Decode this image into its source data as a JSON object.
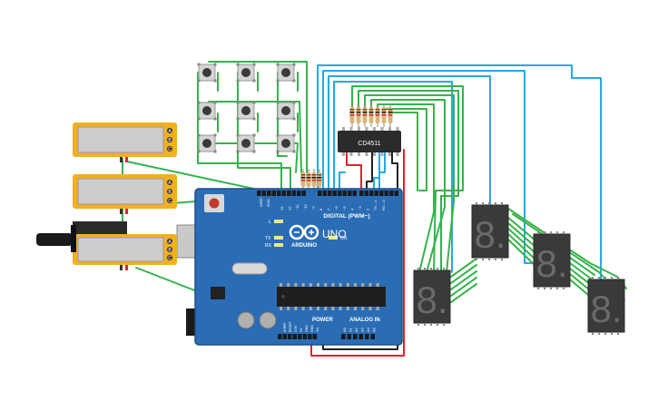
{
  "arduino": {
    "logo_text": "ARDUINO",
    "model": "UNO",
    "digital_label": "DIGITAL (PWM~)",
    "power_label": "POWER",
    "analog_label": "ANALOG IN",
    "led_l": "L",
    "led_tx": "TX",
    "led_rx": "RX",
    "led_on": "ON",
    "aref": "AREF",
    "gnd": "GND",
    "top_pins": [
      "13",
      "12",
      "~11",
      "~10",
      "~9",
      "8",
      "7",
      "~6",
      "~5",
      "4",
      "~3",
      "2",
      "TX→1",
      "RX←0"
    ],
    "power_pins": [
      "IOREF",
      "RESET",
      "3.3V",
      "5V",
      "GND",
      "GND",
      "Vin"
    ],
    "analog_pins": [
      "A0",
      "A1",
      "A2",
      "A3",
      "A4",
      "A5"
    ]
  },
  "decoder_chip": {
    "label": "CD4511"
  },
  "switches": [
    {
      "labels": [
        "A",
        "B",
        "C"
      ]
    },
    {
      "labels": [
        "A",
        "B",
        "C"
      ]
    },
    {
      "labels": [
        "A",
        "B",
        "C"
      ]
    }
  ],
  "displays": [
    {
      "digit": "8."
    },
    {
      "digit": "8."
    },
    {
      "digit": "8."
    },
    {
      "digit": "8."
    }
  ],
  "colors": {
    "board": "#2a6db5",
    "board_dark": "#1d4f8a",
    "wire_green": "#35b34a",
    "wire_blue": "#2aa7e0",
    "wire_red": "#d9262b",
    "wire_black": "#222222",
    "switch_frame": "#f2b01e",
    "display_body": "#3a3a3a"
  }
}
